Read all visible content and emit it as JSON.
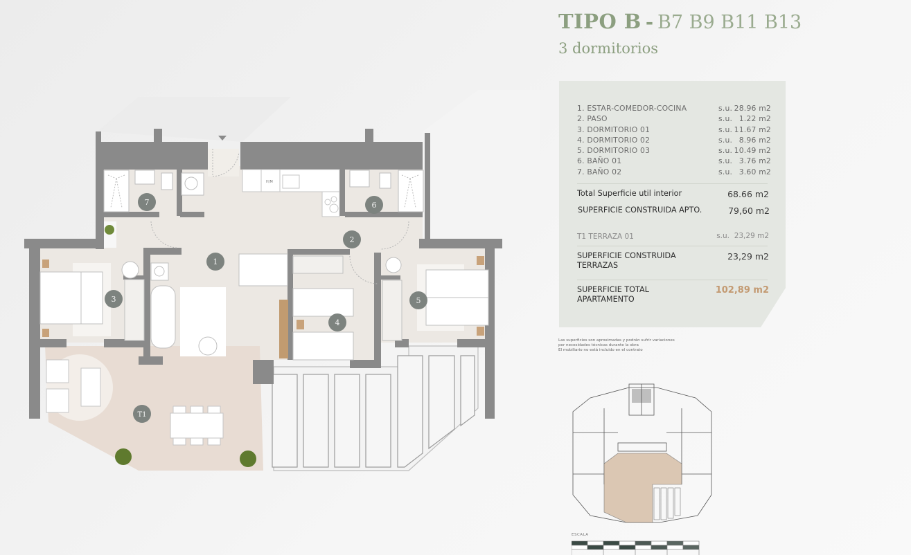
{
  "header": {
    "type_label": "TIPO B",
    "separator": "-",
    "units": "B7 B9 B11 B13",
    "bedrooms": "3 dormitorios"
  },
  "rooms": [
    {
      "label": "1. ESTAR-COMEDOR-COCINA",
      "prefix": "s.u.",
      "area": "28.96 m2"
    },
    {
      "label": "2. PASO",
      "prefix": "s.u.",
      "area": "1.22 m2"
    },
    {
      "label": "3. DORMITORIO 01",
      "prefix": "s.u.",
      "area": "11.67 m2"
    },
    {
      "label": "4. DORMITORIO 02",
      "prefix": "s.u.",
      "area": "8.96 m2"
    },
    {
      "label": "5. DORMITORIO 03",
      "prefix": "s.u.",
      "area": "10.49 m2"
    },
    {
      "label": "6. BAÑO 01",
      "prefix": "s.u.",
      "area": "3.76 m2"
    },
    {
      "label": "7. BAÑO 02",
      "prefix": "s.u.",
      "area": "3.60 m2"
    }
  ],
  "summary": {
    "total_util": {
      "label": "Total Superficie util interior",
      "value": "68.66 m2"
    },
    "construida_apto": {
      "label": "SUPERFICIE CONSTRUIDA APTO.",
      "value": "79,60 m2"
    },
    "terraza": {
      "label": "T1 TERRAZA 01",
      "prefix": "s.u.",
      "value": "23,29 m2"
    },
    "construida_terrazas": {
      "label_line1": "SUPERFICIE CONSTRUIDA",
      "label_line2": "TERRAZAS",
      "value": "23,29 m2"
    },
    "total_apartamento": {
      "label_line1": "SUPERFICIE TOTAL",
      "label_line2": "APARTAMENTO",
      "value": "102,89 m2"
    }
  },
  "notes": [
    "Las superficies son aproximadas y podrán sufrir variaciones",
    "por necesidades técnicas durante la obra",
    "El mobiliario no está incluido en el contrato"
  ],
  "plan": {
    "room_markers": [
      "1",
      "2",
      "3",
      "4",
      "5",
      "6",
      "7",
      "T1"
    ],
    "kitchen_label": "H/M"
  },
  "scale": {
    "label": "ESCALA"
  },
  "colors": {
    "title": "#8c9f80",
    "panel_bg": "#e4e7e2",
    "total_value": "#c39a72",
    "wall": "#8a8a8a",
    "floor_interior": "#ece8e3",
    "floor_terrace": "#e8dcd3",
    "marker": "#7d837f"
  }
}
